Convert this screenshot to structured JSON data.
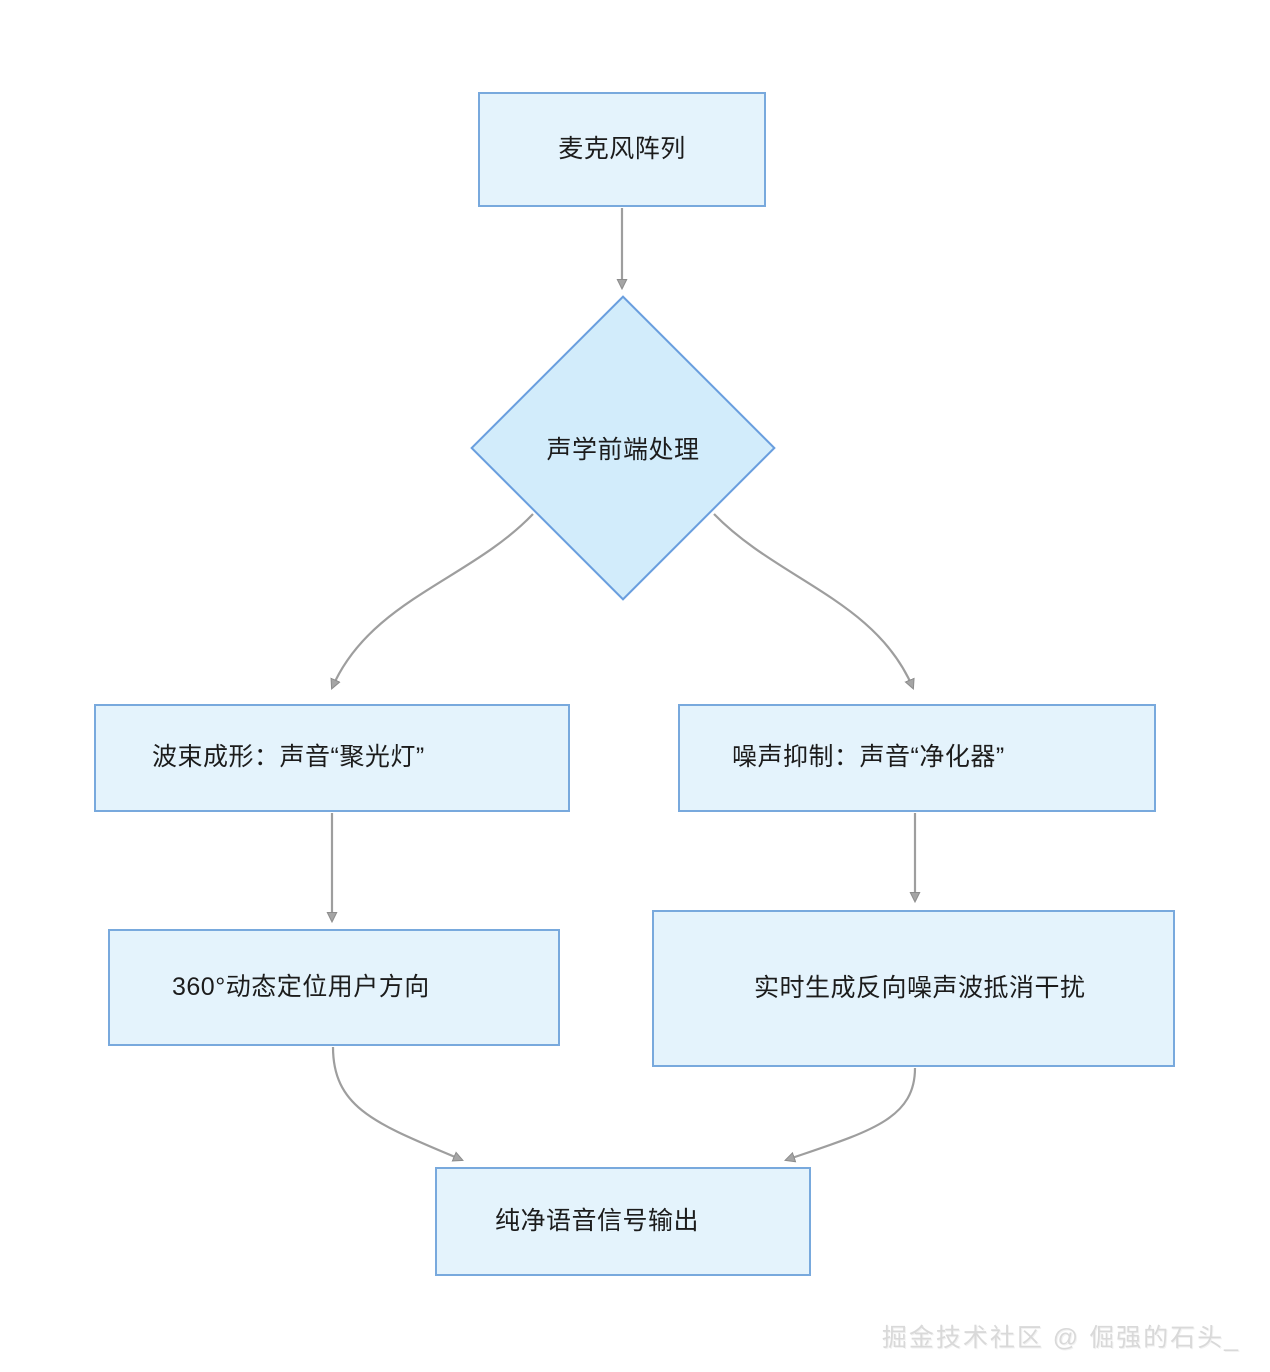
{
  "diagram": {
    "type": "flowchart",
    "title": "",
    "theme": {
      "node_fill": "#e4f3fc",
      "node_border": "#78a9dd",
      "decision_fill": "#d2ecfb",
      "decision_border": "#6a9ede",
      "edge_color": "#9e9e9e",
      "arrow_fill": "#a0a0a0",
      "text_color": "#1c1c1c",
      "background": "#ffffff"
    },
    "nodes": [
      {
        "id": "mic",
        "shape": "rectangle",
        "label": "麦克风阵列"
      },
      {
        "id": "decision",
        "shape": "diamond",
        "label": "声学前端处理"
      },
      {
        "id": "beamforming",
        "shape": "rectangle",
        "label": "波束成形：声音“聚光灯”"
      },
      {
        "id": "noise",
        "shape": "rectangle",
        "label": "噪声抑制：声音“净化器”"
      },
      {
        "id": "locate",
        "shape": "rectangle",
        "label": "360°动态定位用户方向"
      },
      {
        "id": "cancel",
        "shape": "rectangle",
        "label": "实时生成反向噪声波抵消干扰"
      },
      {
        "id": "output",
        "shape": "rectangle",
        "label": "纯净语音信号输出"
      }
    ],
    "edges": [
      {
        "from": "mic",
        "to": "decision",
        "label": "",
        "style": "straight"
      },
      {
        "from": "decision",
        "to": "beamforming",
        "label": "",
        "style": "curved"
      },
      {
        "from": "decision",
        "to": "noise",
        "label": "",
        "style": "curved"
      },
      {
        "from": "beamforming",
        "to": "locate",
        "label": "",
        "style": "straight"
      },
      {
        "from": "noise",
        "to": "cancel",
        "label": "",
        "style": "straight"
      },
      {
        "from": "locate",
        "to": "output",
        "label": "",
        "style": "curved"
      },
      {
        "from": "cancel",
        "to": "output",
        "label": "",
        "style": "curved"
      }
    ]
  },
  "watermark": {
    "text": "掘金技术社区 @ 倔强的石头_"
  }
}
